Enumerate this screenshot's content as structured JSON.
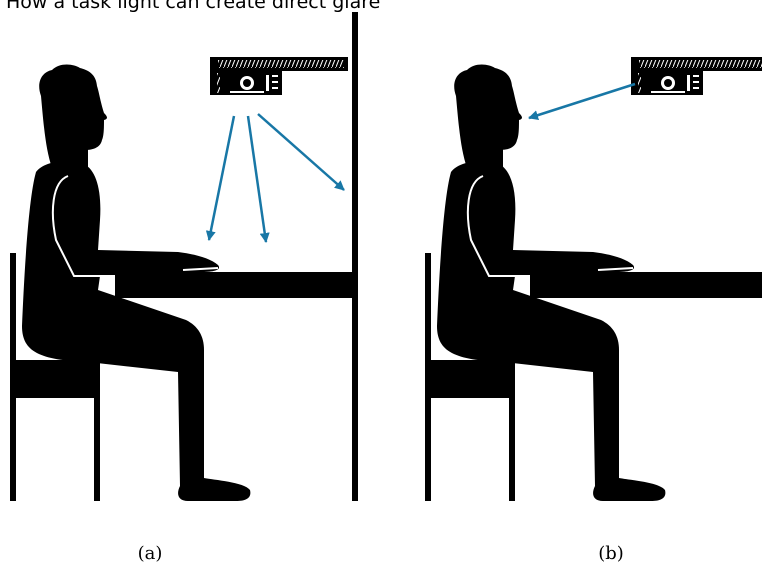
{
  "title": "How a task light can create direct glare",
  "panels": [
    {
      "label": "(a)"
    },
    {
      "label": "(b)"
    }
  ],
  "colors": {
    "silhouette": "#000000",
    "light_ray": "#1877a6",
    "outline": "#ffffff",
    "background": "#ffffff"
  },
  "icons": {
    "person": "seated-person-silhouette",
    "lamp": "task-light-icon",
    "chair": "chair-icon",
    "desk": "desk-icon"
  }
}
